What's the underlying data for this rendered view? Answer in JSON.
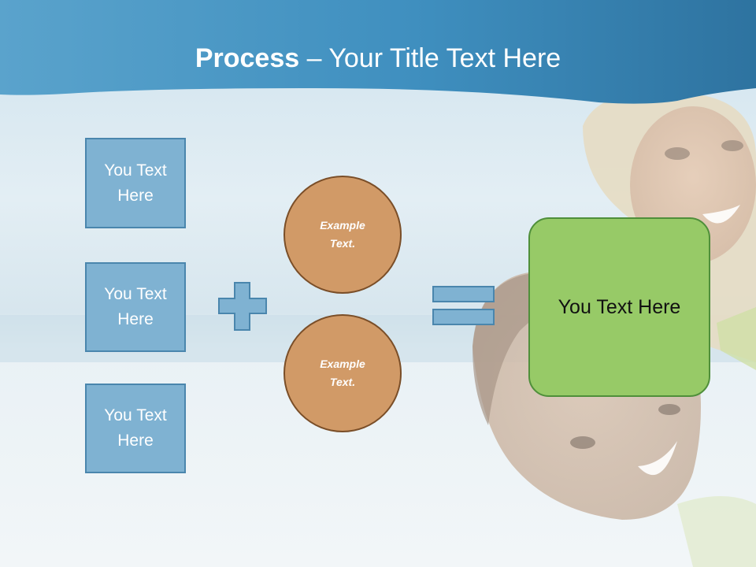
{
  "header": {
    "title_bold": "Process",
    "title_rest": " – Your Title Text Here"
  },
  "left_boxes": [
    {
      "line1": "You Text",
      "line2": "Here"
    },
    {
      "line1": "You Text",
      "line2": "Here"
    },
    {
      "line1": "You Text",
      "line2": "Here"
    }
  ],
  "circles": [
    {
      "line1": "Example",
      "line2": "Text."
    },
    {
      "line1": "Example",
      "line2": "Text."
    }
  ],
  "result": {
    "label": "You Text Here"
  },
  "colors": {
    "header_blue": "#3f8fbf",
    "box_fill": "#7fb2d2",
    "box_border": "#4a86ad",
    "circle_fill": "#d19a67",
    "circle_border": "#7a4e28",
    "result_fill": "#97ca67",
    "result_border": "#4f8f3a"
  },
  "icons": {
    "plus": "plus-icon",
    "equals": "equals-icon"
  }
}
